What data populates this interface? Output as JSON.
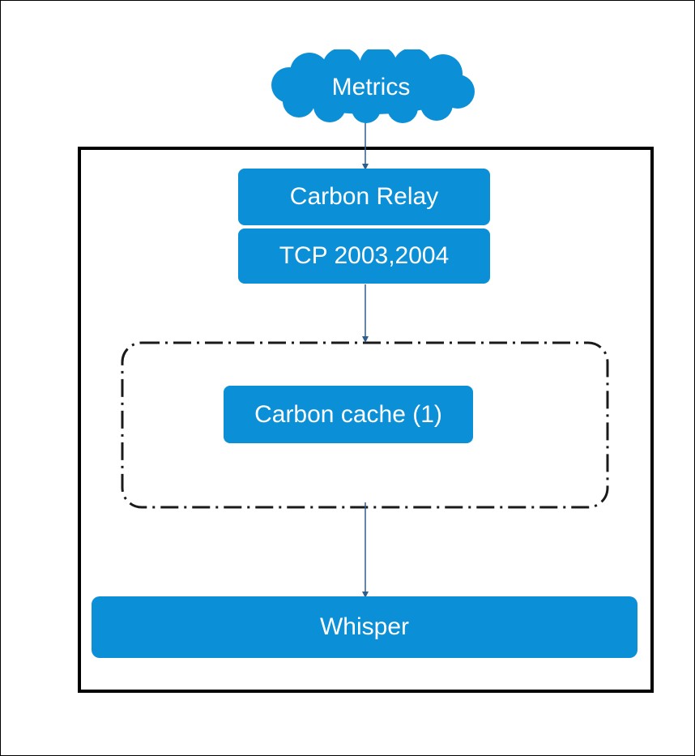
{
  "colors": {
    "node": "#0B8FD6",
    "text": "#FFFFFF",
    "connector": "#2F5E8C",
    "border": "#000000"
  },
  "nodes": {
    "metrics": "Metrics",
    "carbon_relay": "Carbon Relay",
    "tcp_ports": "TCP 2003,2004",
    "carbon_cache": "Carbon cache (1)",
    "whisper": "Whisper"
  }
}
